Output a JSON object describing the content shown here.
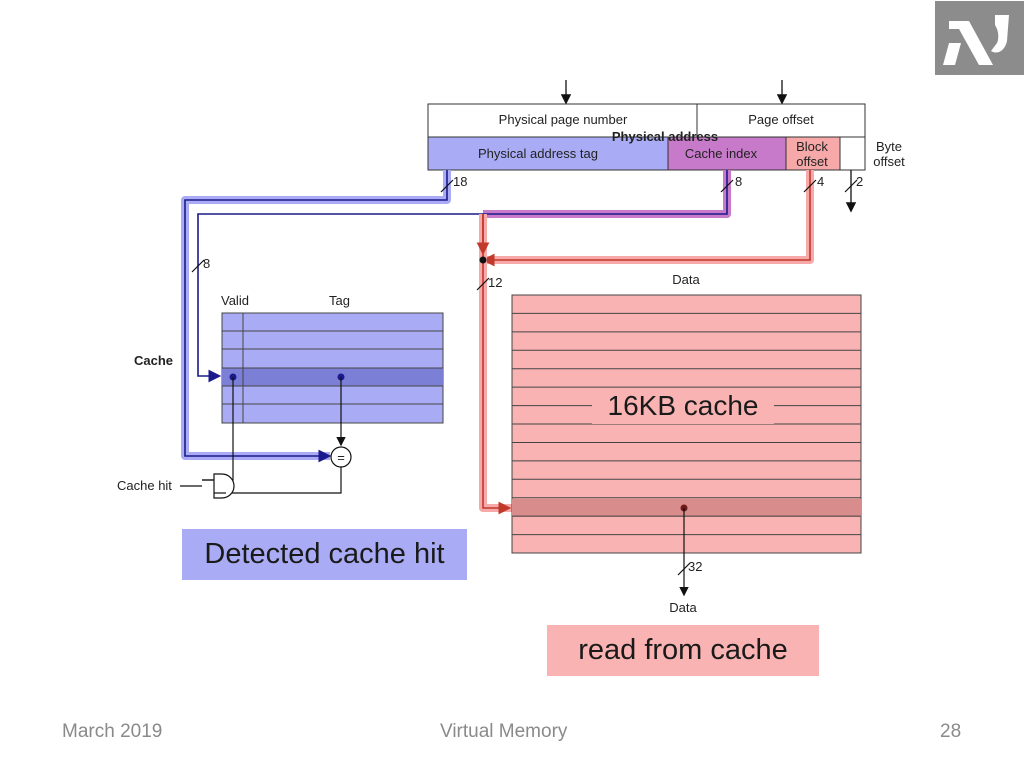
{
  "diagram": {
    "address": {
      "physical_page_number": "Physical page number",
      "page_offset": "Page offset",
      "physical_address": "Physical address",
      "physical_address_tag": "Physical address tag",
      "cache_index": "Cache index",
      "block_offset_line1": "Block",
      "block_offset_line2": "offset",
      "byte_offset_line1": "Byte",
      "byte_offset_line2": "offset"
    },
    "bus_widths": {
      "tag": "18",
      "index": "8",
      "block": "4",
      "byte": "2",
      "tag_index": "8",
      "data_index": "12",
      "data_out": "32"
    },
    "cache": {
      "label": "Cache",
      "valid": "Valid",
      "tag": "Tag",
      "data": "Data",
      "comparator": "=",
      "cache_hit": "Cache hit",
      "data_out": "Data"
    },
    "callouts": {
      "cache_size": "16KB cache",
      "hit": "Detected cache hit",
      "read": "read from cache"
    },
    "colors": {
      "tag_blue": "#a9acf5",
      "index_magenta": "#c77ac9",
      "block_pink": "#f7a9a9",
      "data_pink": "#f9b3b3"
    }
  },
  "footer": {
    "date": "March 2019",
    "title": "Virtual Memory",
    "page": "28"
  }
}
